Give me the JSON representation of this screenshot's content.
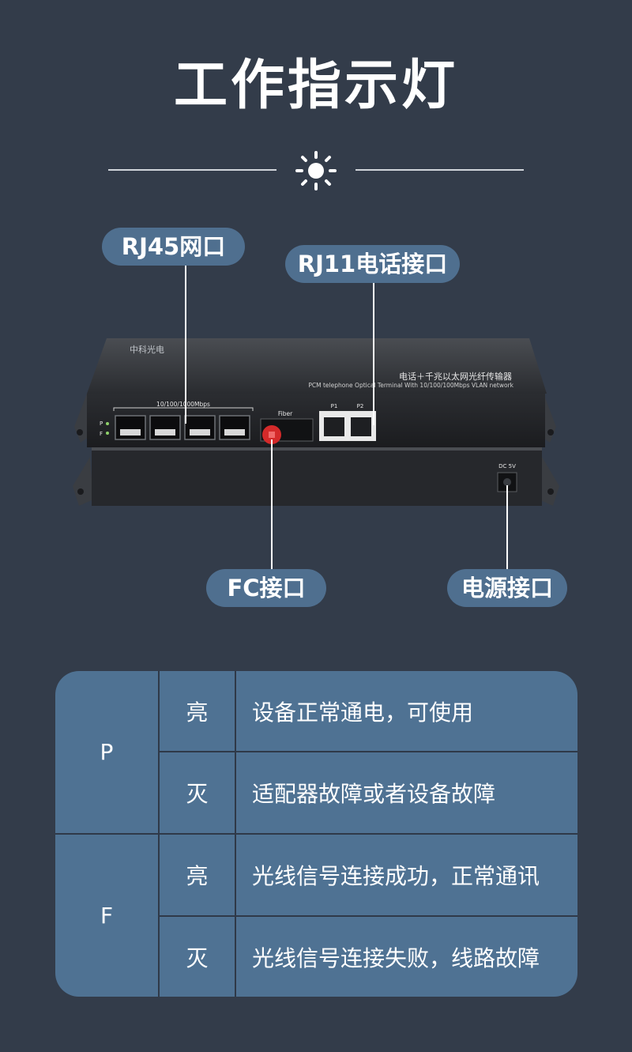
{
  "title": "工作指示灯",
  "icons": {
    "divider_icon": "sun-icon"
  },
  "colors": {
    "background": "#333c4a",
    "accent": "#4f6f8f",
    "table": "#4f7293"
  },
  "callouts": {
    "rj45": "RJ45网口",
    "rj11": "RJ11电话接口",
    "fc": "FC接口",
    "power": "电源接口"
  },
  "device": {
    "brand": "中科光电",
    "product_cn": "电话＋千兆以太网光纤传输器",
    "product_en": "PCM telephone Optical Terminal With 10/100/100Mbps VLAN network",
    "speed_label": "10/100/1000Mbps",
    "led_p": "P",
    "led_f": "F",
    "fiber_label": "Fiber",
    "phone_p1": "P1",
    "phone_p2": "P2",
    "dc_label": "DC 5V"
  },
  "indicator_table": {
    "rows": [
      {
        "led": "P",
        "states": [
          {
            "state": "亮",
            "desc": "设备正常通电，可使用"
          },
          {
            "state": "灭",
            "desc": "适配器故障或者设备故障"
          }
        ]
      },
      {
        "led": "F",
        "states": [
          {
            "state": "亮",
            "desc": "光线信号连接成功，正常通讯"
          },
          {
            "state": "灭",
            "desc": "光线信号连接失败，线路故障"
          }
        ]
      }
    ]
  }
}
